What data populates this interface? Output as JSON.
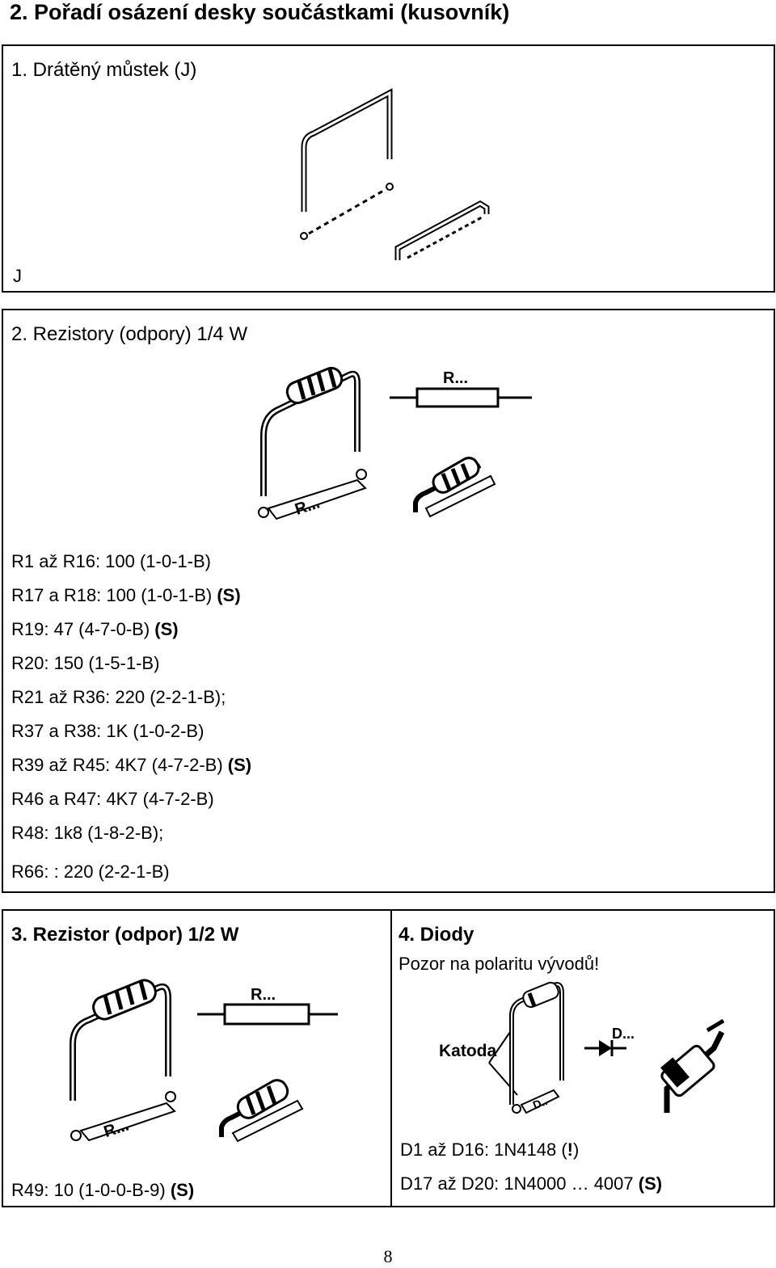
{
  "heading": "2. Pořadí osázení desky součástkami (kusovník)",
  "section1": {
    "title": "1. Drátěný můstek (J)",
    "label": "J"
  },
  "section2": {
    "title": "2. Rezistory (odpory) 1/4 W",
    "symbol_label": "R...",
    "lines": [
      {
        "text": "R1 až R16: 100 (1-0-1-B)",
        "suffix": ""
      },
      {
        "text": "R17 a R18: 100 (1-0-1-B) ",
        "suffix": "(S)"
      },
      {
        "text": "R19: 47 (4-7-0-B) ",
        "suffix": "(S)"
      },
      {
        "text": "R20: 150 (1-5-1-B)",
        "suffix": ""
      },
      {
        "text": "R21 až R36: 220 (2-2-1-B);",
        "suffix": ""
      },
      {
        "text": "R37 a R38: 1K (1-0-2-B)",
        "suffix": ""
      },
      {
        "text": "R39 až R45: 4K7 (4-7-2-B) ",
        "suffix": "(S)"
      },
      {
        "text": "R46 a R47: 4K7 (4-7-2-B)",
        "suffix": ""
      },
      {
        "text": "R48: 1k8 (1-8-2-B);",
        "suffix": ""
      },
      {
        "text": "R66: : 220 (2-2-1-B)",
        "suffix": ""
      }
    ]
  },
  "section3": {
    "title": "3. Rezistor (odpor) 1/2 W",
    "symbol_label": "R...",
    "line_text": "R49: 10 (1-0-0-B-9) ",
    "line_suffix": "(S)"
  },
  "section4": {
    "title": "4. Diody",
    "subtitle": "Pozor na polaritu vývodů!",
    "cathode_label": "Katoda",
    "symbol_label": "D...",
    "line1_text": "D1 až D16: 1N4148 (",
    "line1_bold": "!",
    "line1_end": ")",
    "line2_text": "D17 až D20: 1N4000 … 4007 ",
    "line2_suffix": "(S)"
  },
  "page_number": "8"
}
